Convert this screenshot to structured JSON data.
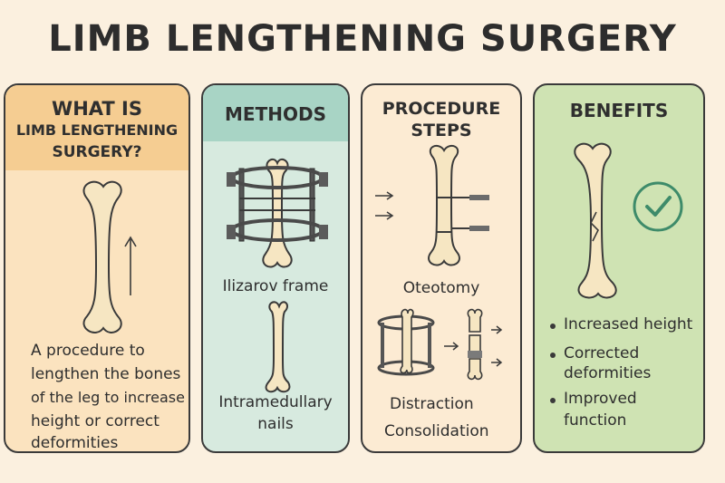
{
  "title": "LIMB LENGTHENING SURGERY",
  "panels": {
    "what": {
      "heading": [
        "WHAT IS",
        "LIMB LENGTHENING",
        "SURGERY?"
      ],
      "description": [
        "A procedure to",
        "lengthen the bones",
        "of the leg to increase",
        "height or correct",
        "deformities"
      ]
    },
    "methods": {
      "heading": "METHODS",
      "items": [
        "Ilizarov frame",
        "Intramedullary",
        "nails"
      ]
    },
    "steps": {
      "heading": [
        "PROCEDURE",
        "STEPS"
      ],
      "items": [
        "Oteotomy",
        "Distraction",
        "Consolidation"
      ]
    },
    "benefits": {
      "heading": "BENEFITS",
      "items": [
        "Increased height",
        "Corrected",
        "deformities",
        "Improved",
        "function"
      ]
    }
  },
  "colors": {
    "bone": "#f6e6c2",
    "outline": "#3a3a3a",
    "check": "#3e8b6a"
  }
}
